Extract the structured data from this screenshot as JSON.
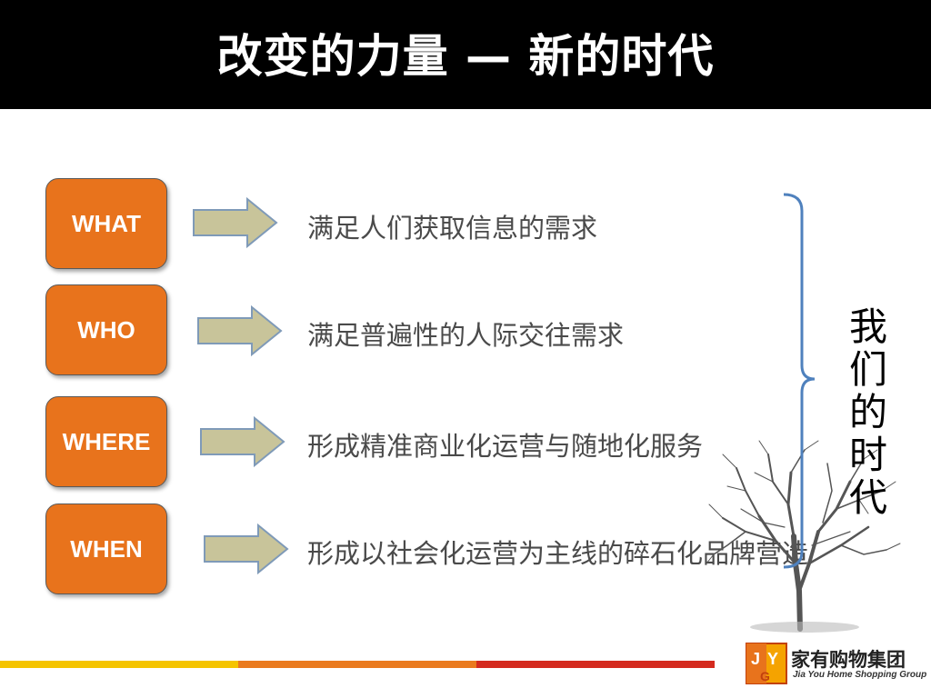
{
  "title": "改变的力量 — 新的时代",
  "rows": [
    {
      "label": "WHAT",
      "text": "满足人们获取信息的需求"
    },
    {
      "label": "WHO",
      "text": "满足普遍性的人际交往需求"
    },
    {
      "label": "WHERE",
      "text": "形成精准商业化运营与随地化服务"
    },
    {
      "label": "WHEN",
      "text": "形成以社会化运营为主线的碎石化品牌营造"
    }
  ],
  "side_label": [
    "我",
    "们",
    "的",
    "时",
    "代"
  ],
  "logo": {
    "cn": "家有购物集团",
    "en": "Jia You Home Shopping Group",
    "mark": "JYG"
  },
  "colors": {
    "box": "#e8731c",
    "arrow": "#c8c49a",
    "brace": "#4f81bd",
    "stripe_yellow": "#f5c400",
    "stripe_orange": "#ea7a1e",
    "stripe_red": "#d42a1e"
  }
}
